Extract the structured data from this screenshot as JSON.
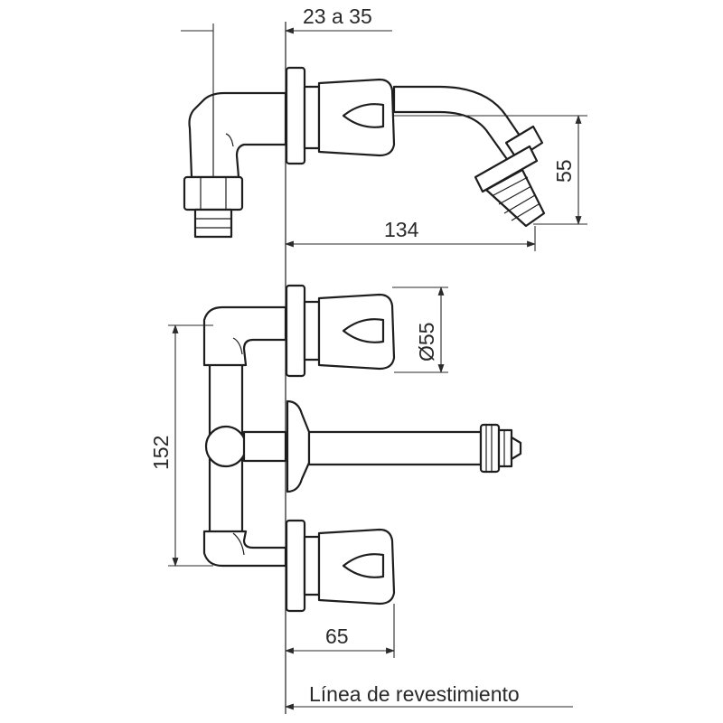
{
  "dimensions": {
    "wall_offset": "23 a 35",
    "spout_drop": "55",
    "spout_reach": "134",
    "handle_diameter": "Ø55",
    "inlet_spacing": "152",
    "handle_projection": "65"
  },
  "reference_line_label": "Línea de revestimiento"
}
